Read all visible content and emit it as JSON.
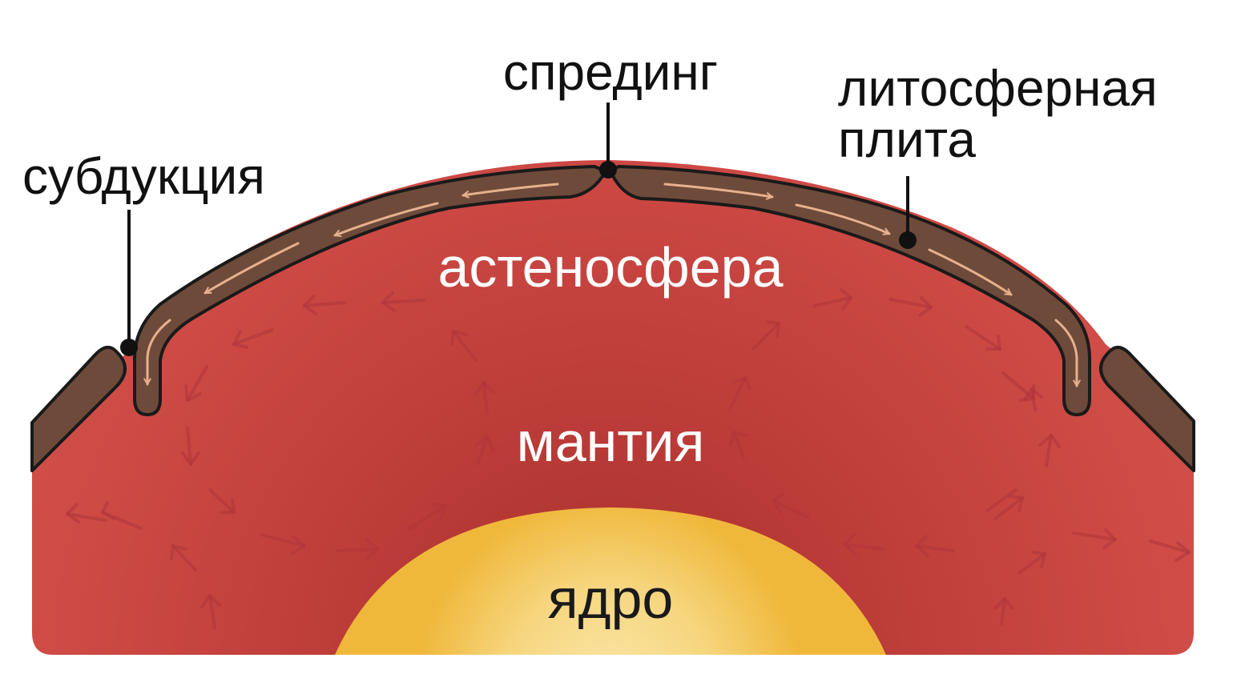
{
  "labels": {
    "spreading": "спрединг",
    "lithosphere_line1": "литосферная",
    "lithosphere_line2": "плита",
    "subduction": "субдукция",
    "asthenosphere": "астеносфера",
    "mantle": "мантия",
    "core": "ядро"
  },
  "colors": {
    "mantle": "#cf4b46",
    "mantle_dark": "#b83a36",
    "plate": "#6e4a3a",
    "plate_outline": "#1a1a1a",
    "plate_arrow": "#e7b08c",
    "core_inner": "#f7dd92",
    "core_outer": "#f1b93c",
    "leader_line": "#111111"
  }
}
